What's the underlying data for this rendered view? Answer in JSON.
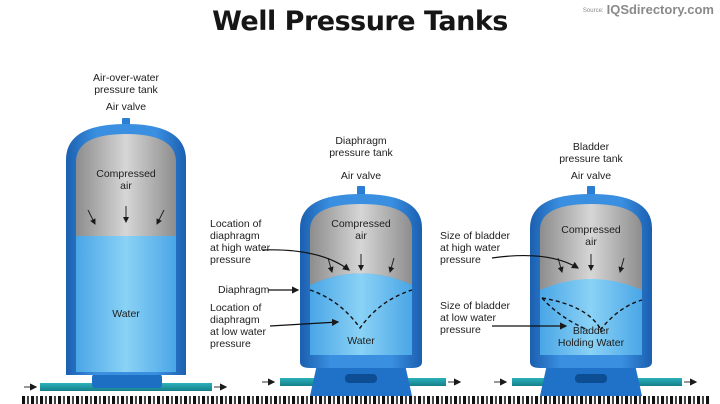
{
  "title": "Well Pressure Tanks",
  "source": {
    "prefix": "Source:",
    "name": "IQSdirectory.com"
  },
  "tanks": {
    "air_over_water": {
      "heading": "Air-over-water\npressure tank",
      "valve": "Air valve",
      "air": "Compressed\nair",
      "water": "Water"
    },
    "diaphragm": {
      "heading": "Diaphragm\npressure tank",
      "valve": "Air valve",
      "air": "Compressed\nair",
      "water": "Water",
      "label_high": "Location of\ndiaphragm\nat high water\npressure",
      "label_diaphragm": "Diaphragm",
      "label_low": "Location of\ndiaphragm\nat low water\npressure"
    },
    "bladder": {
      "heading": "Bladder\npressure tank",
      "valve": "Air valve",
      "air": "Compressed\nair",
      "water": "Bladder\nHolding Water",
      "label_high": "Size of bladder\nat high water\npressure",
      "label_low": "Size of bladder\nat low water\npressure"
    }
  },
  "colors": {
    "tank_blue": "#2f7fd6",
    "tank_dark": "#1d5fae",
    "water": "#6fc0ee",
    "air": "#b9b9b9",
    "pipe": "#1e9aa5"
  }
}
